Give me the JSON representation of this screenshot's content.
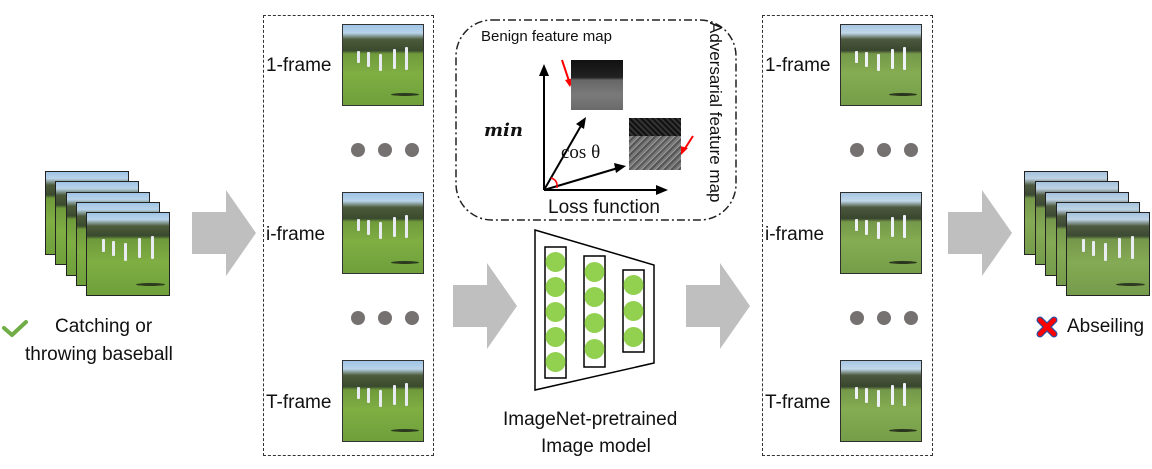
{
  "input": {
    "caption": [
      "Catching or",
      "throwing baseball"
    ],
    "status_icon": "check-mark-icon",
    "status_color": "#70ad47"
  },
  "benign_frames": {
    "labels": [
      "1-frame",
      "i-frame",
      "T-frame"
    ],
    "ellipsis_color": "#767171"
  },
  "loss_box": {
    "benign_label": "Benign feature map",
    "adversarial_label": "Adversarial feature map",
    "min_label": "min",
    "cos_label": "cos θ",
    "loss_label": "Loss function",
    "arrow_color": "#ff0000"
  },
  "model": {
    "caption": [
      "ImageNet-pretrained",
      "Image model"
    ],
    "neuron_color": "#92d050",
    "layers": [
      5,
      4,
      3
    ]
  },
  "adversarial_frames": {
    "labels": [
      "1-frame",
      "i-frame",
      "T-frame"
    ]
  },
  "output": {
    "caption": "Abseiling",
    "status_icon": "cross-mark-icon",
    "status_color": "#ff0000"
  },
  "arrow_color": "#bfbfbf"
}
